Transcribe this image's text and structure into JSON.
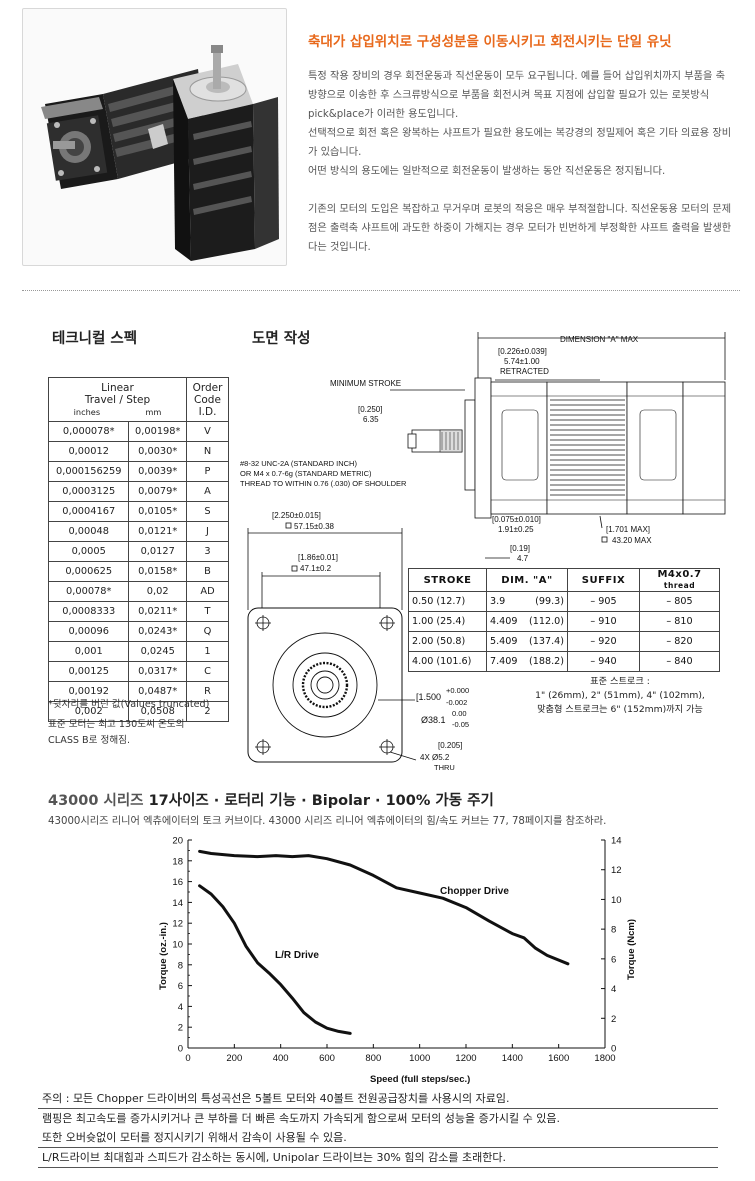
{
  "headline": "축대가 삽입위치로 구성성분을 이동시키고 회전시키는 단일 유닛",
  "intro": {
    "p1": "특정 작용 장비의 경우 회전운동과 직선운동이 모두 요구됩니다. 예를 들어 삽입위치까지 부품을 축",
    "p2": "방향으로 이송한 후 스크류방식으로 부품을 회전시켜 목표 지점에 삽입할 필요가 있는 로봇방식",
    "p3": "pick&place가 이러한 용도입니다.",
    "p4": "선택적으로 회전 혹은 왕복하는 샤프트가 필요한 용도에는 복강경의 정밀제어 혹은 기타 의료용 장비",
    "p5": "가 있습니다.",
    "p6": "어떤 방식의 용도에는 일반적으로 회전운동이 발생하는 동안 직선운동은 정지됩니다.",
    "p7": "기존의 모터의 도입은 복잡하고 무거우며 로봇의 적응은 매우 부적절합니다. 직선운동용 모터의 문제",
    "p8": "점은 출력축 샤프트에 과도한 하중이 가해지는 경우 모터가 빈번하게 부정확한 샤프트 출력을 발생한",
    "p9": "다는 것입니다."
  },
  "spec": {
    "title": "테크니컬 스펙",
    "header_linear": "Linear",
    "header_travel": "Travel / Step",
    "header_inches": "inches",
    "header_mm": "mm",
    "header_order1": "Order",
    "header_order2": "Code",
    "header_order3": "I.D.",
    "rows": [
      [
        "0,000078*",
        "0,00198*",
        "V"
      ],
      [
        "0,00012",
        "0,0030*",
        "N"
      ],
      [
        "0,000156259",
        "0,0039*",
        "P"
      ],
      [
        "0,0003125",
        "0,0079*",
        "A"
      ],
      [
        "0,0004167",
        "0,0105*",
        "S"
      ],
      [
        "0,00048",
        "0,0121*",
        "J"
      ],
      [
        "0,0005",
        "0,0127",
        "3"
      ],
      [
        "0,000625",
        "0,0158*",
        "B"
      ],
      [
        "0,00078*",
        "0,02",
        "AD"
      ],
      [
        "0,0008333",
        "0,0211*",
        "T"
      ],
      [
        "0,00096",
        "0,0243*",
        "Q"
      ],
      [
        "0,001",
        "0,0245",
        "1"
      ],
      [
        "0,00125",
        "0,0317*",
        "C"
      ],
      [
        "0,00192",
        "0,0487*",
        "R"
      ],
      [
        "0,002",
        "0,0508",
        "2"
      ]
    ],
    "note1": "*뒷자리를 버린 값(Values truncated)",
    "note2": "표준 모터는 최고 130도씨 온도의",
    "note3": "CLASS B로 정해짐."
  },
  "drawing": {
    "title": "도면 작성",
    "dim_a_max": "DIMENSION \"A\" MAX",
    "retract1": "[0.226±0.039]",
    "retract2": "5.74±1.00",
    "retract3": "RETRACTED",
    "min_stroke": "MINIMUM STROKE",
    "d0250a": "[0.250]",
    "d0250b": "6.35",
    "thread1": "#8-32 UNC-2A (STANDARD INCH)",
    "thread2": "OR M4 x 0.7-6g (STANDARD METRIC)",
    "thread3": "THREAD TO WITHIN 0.76 (.030) OF SHOULDER",
    "d0075a": "[0.075±0.010]",
    "d0075b": "1.91±0.25",
    "d019a": "[0.19]",
    "d019b": "4.7",
    "d1701a": "[1.701 MAX]",
    "d1701b": "43.20 MAX",
    "d2250a": "[2.250±0.015]",
    "d2250b": "57.15±0.38",
    "d186a": "[1.86±0.01]",
    "d186b": "47.1±0.2",
    "d1500a": "[1.500",
    "d1500tol1": "+0.000",
    "d1500tol2": "-0.002",
    "d381": "Ø38.1",
    "d381tol1": "0.00",
    "d381tol2": "-0.05",
    "hole1": "[0.205]",
    "hole2": "4X   Ø5.2",
    "hole3": "THRU"
  },
  "stroke_table": {
    "h_stroke": "STROKE",
    "h_dim": "DIM. \"A\"",
    "h_suffix": "SUFFIX",
    "h_thread": "M4x0.7",
    "h_thread_small": "thread",
    "rows": [
      [
        "0.50  (12.7)",
        "3.9",
        "(99.3)",
        "– 905",
        "– 805"
      ],
      [
        "1.00  (25.4)",
        "4.409",
        "(112.0)",
        "– 910",
        "– 810"
      ],
      [
        "2.00  (50.8)",
        "5.409",
        "(137.4)",
        "– 920",
        "– 820"
      ],
      [
        "4.00  (101.6)",
        "7.409",
        "(188.2)",
        "– 940",
        "– 840"
      ]
    ],
    "note1": "표준 스트로크 :",
    "note2": "1\" (26mm), 2\" (51mm), 4\" (102mm),",
    "note3": "맞춤형 스트로크는 6\" (152mm)까지 가능"
  },
  "series": {
    "title_gray": "43000 시리즈",
    "title_rest": " 17사이즈 · 로터리 기능 · Bipolar · 100% 가동 주기",
    "desc": "43000시리즈 리니어 엑츄에이터의 토크 커브이다. 43000 시리즈 리니어 엑츄에이터의 힘/속도 커브는 77, 78페이지를 참조하라."
  },
  "chart_data": {
    "type": "line",
    "xlabel": "Speed (full steps/sec.)",
    "ylabel": "Torque (oz.-in.)",
    "y2label": "Torque (Ncm)",
    "xlim": [
      0,
      1800
    ],
    "ylim": [
      0,
      20
    ],
    "y2lim": [
      0,
      14
    ],
    "xticks": [
      0,
      200,
      400,
      600,
      800,
      1000,
      1200,
      1400,
      1600,
      1800
    ],
    "yticks": [
      0,
      2,
      4,
      6,
      8,
      10,
      12,
      14,
      16,
      18,
      20
    ],
    "y2ticks": [
      0,
      2,
      4,
      6,
      8,
      10,
      12,
      14
    ],
    "series": [
      {
        "name": "Chopper Drive",
        "x": [
          50,
          100,
          200,
          300,
          380,
          450,
          520,
          600,
          700,
          800,
          900,
          1000,
          1100,
          1200,
          1300,
          1400,
          1450,
          1500,
          1550,
          1640
        ],
        "y": [
          18.9,
          18.7,
          18.5,
          18.4,
          18.5,
          18.4,
          18.5,
          18.2,
          17.6,
          16.6,
          15.4,
          14.9,
          14.4,
          13.5,
          12.2,
          11.0,
          10.6,
          9.6,
          8.9,
          8.1
        ]
      },
      {
        "name": "L/R Drive",
        "x": [
          50,
          100,
          150,
          200,
          250,
          300,
          350,
          400,
          450,
          500,
          550,
          600,
          650,
          700
        ],
        "y": [
          15.6,
          14.8,
          13.6,
          12.0,
          9.8,
          8.2,
          7.2,
          6.1,
          4.8,
          3.4,
          2.5,
          1.9,
          1.6,
          1.4
        ]
      }
    ]
  },
  "notes": {
    "n1": "주의 : 모든 Chopper 드라이버의 특성곡선은 5볼트 모터와 40볼트 전원공급장치를 사용시의 자료임.",
    "n2": "램핑은 최고속도를 증가시키거나 큰 부하를 더 빠른 속도까지 가속되게 함으로써 모터의 성능을 증가시킬 수 있음.",
    "n3": "또한 오버슛없이 모터를 정지시키기 위해서 감속이 사용될 수 있음.",
    "n4": "L/R드라이브 최대힘과 스피드가 감소하는 동시에, Unipolar 드라이브는 30% 힘의 감소를 초래한다."
  }
}
